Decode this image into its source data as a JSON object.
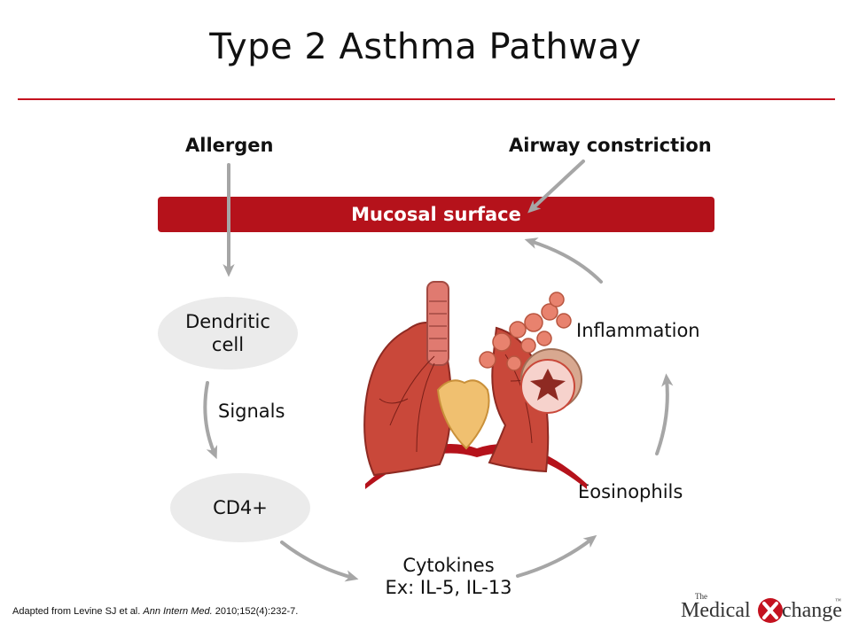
{
  "title": "Type 2 Asthma Pathway",
  "nodes": {
    "allergen": "Allergen",
    "airway_constriction": "Airway constriction",
    "mucosal_surface": "Mucosal surface",
    "dendritic_line1": "Dendritic",
    "dendritic_line2": "cell",
    "signals": "Signals",
    "cd4": "CD4+",
    "cytokines_line1": "Cytokines",
    "cytokines_line2": "Ex: IL-5, IL-13",
    "eosinophils": "Eosinophils",
    "inflammation": "Inflammation"
  },
  "citation": {
    "prefix": "Adapted from Levine SJ et al. ",
    "journal": "Ann Intern Med.",
    "suffix": " 2010;152(4):232-7."
  },
  "logo": {
    "the": "The",
    "medical": "Medical",
    "change": "change",
    "tm": "™"
  },
  "colors": {
    "accent_red": "#b5121b",
    "arrow_gray": "#a6a6a6",
    "ellipse_fill": "#ebebeb"
  }
}
